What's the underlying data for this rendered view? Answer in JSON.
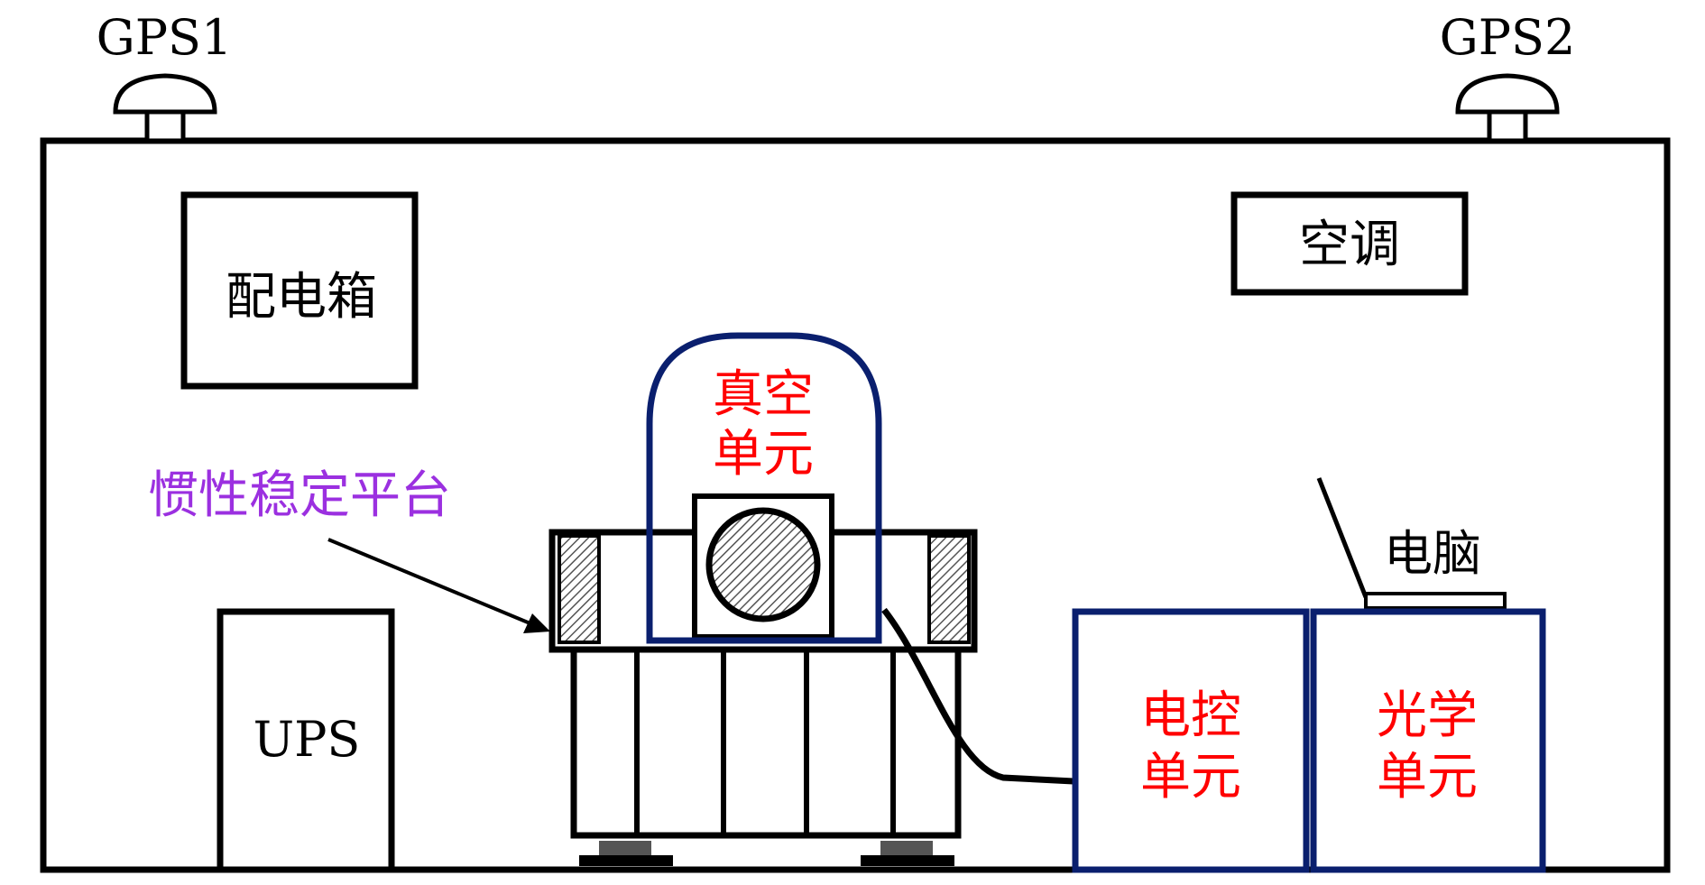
{
  "labels": {
    "gps1": "GPS1",
    "gps2": "GPS2",
    "distribution_box": "配电箱",
    "air_conditioner": "空调",
    "ups": "UPS",
    "inertial_platform": "惯性稳定平台",
    "vacuum_unit_line1": "真空",
    "vacuum_unit_line2": "单元",
    "computer": "电脑",
    "electric_control_line1": "电控",
    "electric_control_line2": "单元",
    "optical_unit_line1": "光学",
    "optical_unit_line2": "单元"
  },
  "colors": {
    "outline": "#000000",
    "unit_border": "#0a1f6e",
    "unit_text": "#ff0000",
    "platform_text": "#9b30e0",
    "hatch": "#555555",
    "foot": "#555555"
  }
}
